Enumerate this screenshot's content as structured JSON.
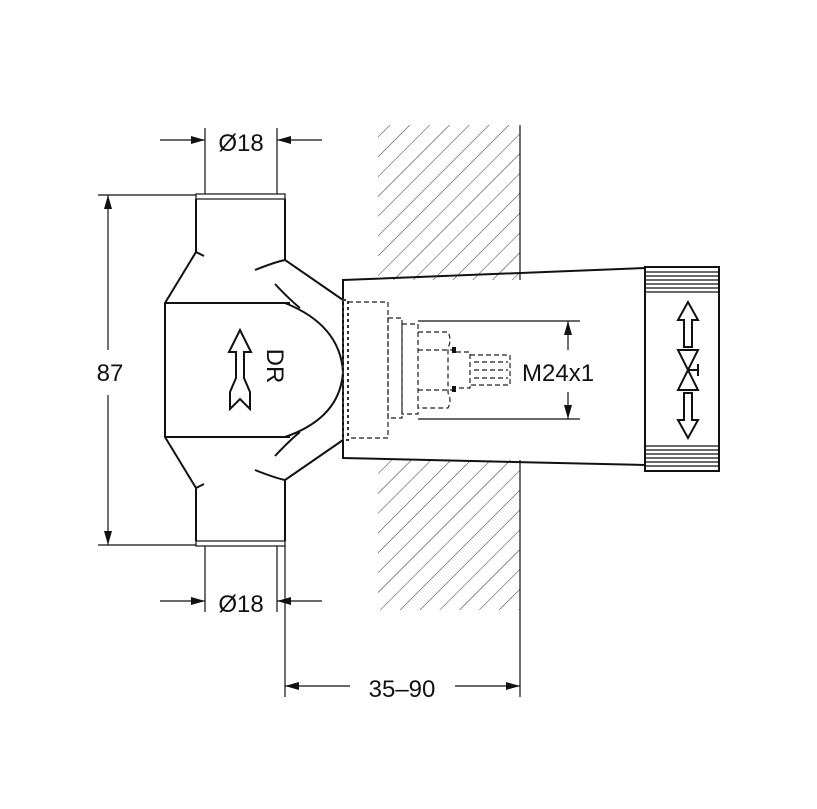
{
  "dimensions": {
    "top_diameter": "Ø18",
    "bottom_diameter": "Ø18",
    "height": "87",
    "wall_depth": "35–90",
    "thread": "M24x1"
  },
  "body_marking": "DR",
  "symbols": [
    "flow-arrow-icon",
    "valve-symbol-icon",
    "up-arrow-icon",
    "down-arrow-icon"
  ],
  "colors": {
    "line": "#111111",
    "background": "#ffffff"
  }
}
